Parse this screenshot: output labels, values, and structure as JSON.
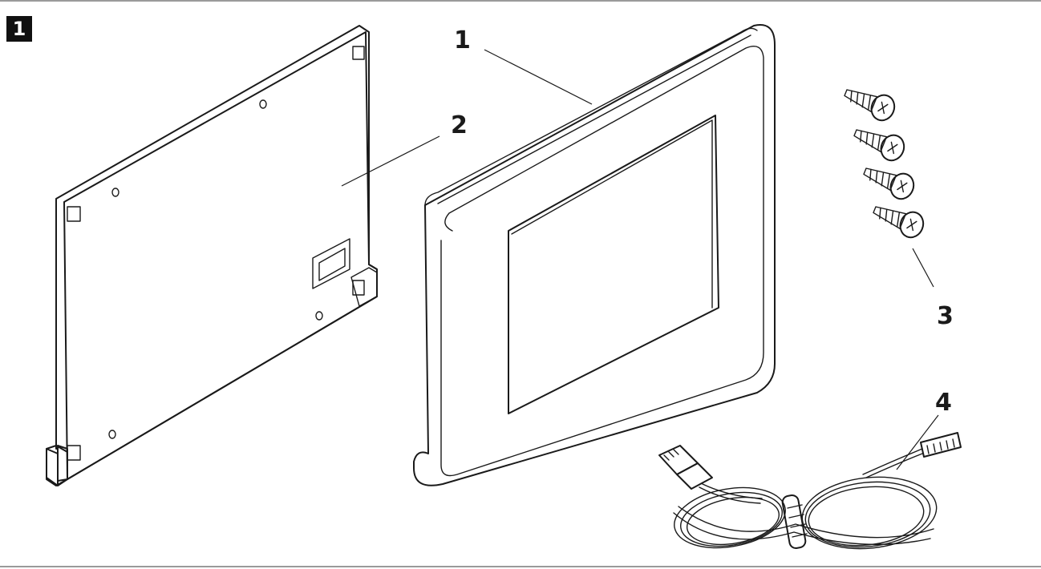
{
  "figure": {
    "step": "1",
    "callouts": {
      "display": "1",
      "mounting_plate": "2",
      "screws": "3",
      "cable": "4"
    }
  }
}
